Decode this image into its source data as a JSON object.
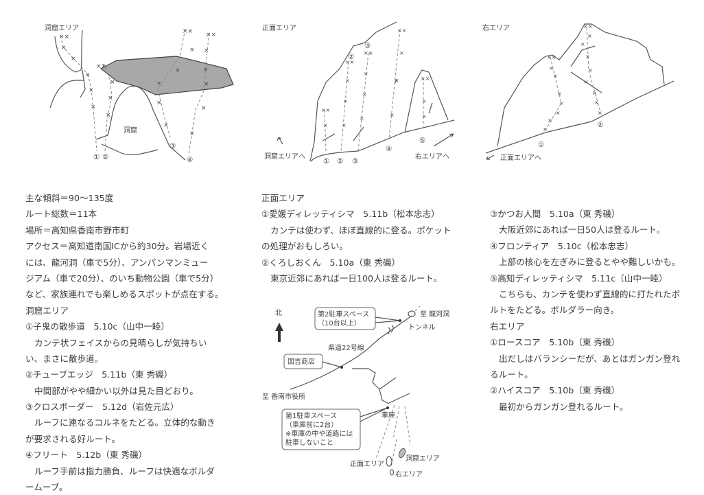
{
  "topo_cave": {
    "title": "洞窟エリア",
    "cave_label": "洞窟",
    "nums": [
      "①",
      "②",
      "③",
      "④"
    ]
  },
  "topo_front": {
    "title": "正面エリア",
    "nums": [
      "①",
      "②",
      "③",
      "④",
      "⑤",
      "②",
      "③"
    ],
    "to_cave": "洞窟エリアへ",
    "to_right": "右エリアへ"
  },
  "topo_right": {
    "title": "右エリア",
    "nums": [
      "①",
      "②"
    ],
    "to_front": "正面エリアへ"
  },
  "info": {
    "lines": [
      "主な傾斜＝90～135度",
      "ルート総数＝11本",
      "場所＝高知県香南市野市町",
      "アクセス＝高知道南国ICから約30分。岩場近く",
      "には、龍河洞（車で5分）、アンパンマンミュー",
      "ジアム（車で20分）、のいち動物公園（車で5分）",
      "など、家族連れでも楽しめるスポットが点在する。"
    ]
  },
  "cave_area": {
    "heading": "洞窟エリア",
    "routes": [
      {
        "title": "①子鬼の散歩道　5.10c（山中一睦）",
        "desc": [
          "カンテ状フェイスからの見晴らしが気持ちい",
          "い、まさに散歩道。"
        ]
      },
      {
        "title": "②チューブエッジ　5.11b（東 秀磯）",
        "desc": [
          "中間部がやや細かい以外は見た目どおり。"
        ]
      },
      {
        "title": "③クロスボーダー　5.12d（岩佐元広）",
        "desc": [
          "ルーフに連なるコルネをたどる。立体的な動き",
          "が要求される好ルート。"
        ]
      },
      {
        "title": "④フリート　5.12b（東 秀磯）",
        "desc": [
          "ルーフ手前は指力勝負、ルーフは快適なボルダ",
          "ームーブ。"
        ]
      }
    ]
  },
  "front_area": {
    "heading": "正面エリア",
    "routes": [
      {
        "title": "①愛媛ディレッティシマ　5.11b（松本忠志）",
        "desc": [
          "カンテは使わず、ほぼ直線的に登る。ポケット",
          "の処理がおもしろい。"
        ]
      },
      {
        "title": "②くろしおくん　5.10a（東 秀磯）",
        "desc": [
          "東京近郊にあれば一日100人は登るルート。"
        ]
      },
      {
        "title": "③かつお人間　5.10a（東 秀磯）",
        "desc": [
          "大阪近郊にあれば一日50人は登るルート。"
        ]
      },
      {
        "title": "④フロンティア　5.10c（松本忠志）",
        "desc": [
          "上部の核心を左ぎみに登るとやや難しいかも。"
        ]
      },
      {
        "title": "⑤高知ディレッティシマ　5.11c（山中一睦）",
        "desc": [
          "こちらも、カンテを使わず直線的に打たれたボ",
          "ルトをたどる。ボルダラー向き。"
        ]
      }
    ]
  },
  "right_area": {
    "heading": "右エリア",
    "routes": [
      {
        "title": "①ロースコア　5.10b（東 秀磯）",
        "desc": [
          "出だしはバランシーだが、あとはガンガン登れ",
          "るルート。"
        ]
      },
      {
        "title": "②ハイスコア　5.10b（東 秀磯）",
        "desc": [
          "最初からガンガン登れるルート。"
        ]
      }
    ]
  },
  "map": {
    "north": "北",
    "parking2": [
      "第2駐車スペース",
      "（10台以上）"
    ],
    "to_ryugado": "至 龍河洞",
    "tunnel": "トンネル",
    "road": "県道22号線",
    "shop": "国吉商店",
    "to_city": "至 香南市役所",
    "garage": "車庫",
    "parking1": [
      "第1駐車スペース",
      "（車庫前に2台）",
      "※車庫の中や道路には",
      "駐車しないこと"
    ],
    "front": "正面エリア",
    "cave": "洞窟エリア",
    "right": "右エリア"
  }
}
